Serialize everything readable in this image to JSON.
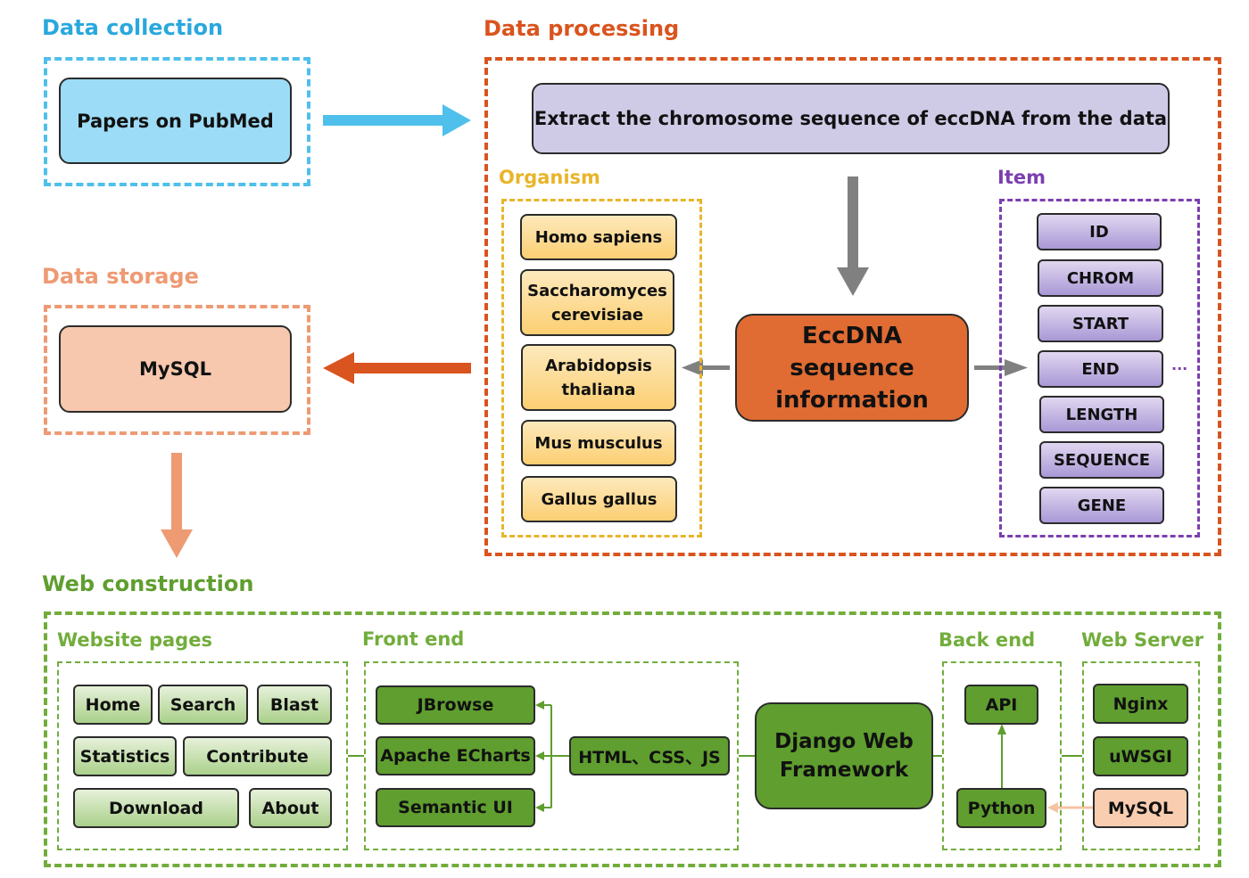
{
  "sections": {
    "data_collection": "Data collection",
    "data_processing": "Data processing",
    "data_storage": "Data storage",
    "web_construction": "Web construction"
  },
  "collection": {
    "source": "Papers on PubMed"
  },
  "processing": {
    "extract": "Extract the chromosome sequence of eccDNA from the data",
    "center": "EccDNA sequence information",
    "organism_label": "Organism",
    "organisms": [
      "Homo sapiens",
      "Saccharomyces cerevisiae",
      "Arabidopsis thaliana",
      "Mus musculus",
      "Gallus gallus"
    ],
    "item_label": "Item",
    "items": [
      "ID",
      "CHROM",
      "START",
      "END",
      "LENGTH",
      "SEQUENCE",
      "GENE"
    ],
    "ellipsis": "..."
  },
  "storage": {
    "db": "MySQL"
  },
  "web": {
    "pages_label": "Website pages",
    "pages": [
      "Home",
      "Search",
      "Blast",
      "Statistics",
      "Contribute",
      "Download",
      "About"
    ],
    "frontend_label": "Front end",
    "frontend": [
      "JBrowse",
      "Apache ECharts",
      "Semantic UI"
    ],
    "frontend_core": "HTML、CSS、JS",
    "framework": "Django Web Framework",
    "backend_label": "Back end",
    "backend": [
      "API",
      "Python"
    ],
    "server_label": "Web Server",
    "server": [
      "Nginx",
      "uWSGI",
      "MySQL"
    ]
  },
  "colors": {
    "collection": "#3bb8e8",
    "processing": "#d9541e",
    "organism": "#e8b52a",
    "item": "#7b3fb0",
    "storage": "#ee9a73",
    "web": "#72ad3c"
  }
}
